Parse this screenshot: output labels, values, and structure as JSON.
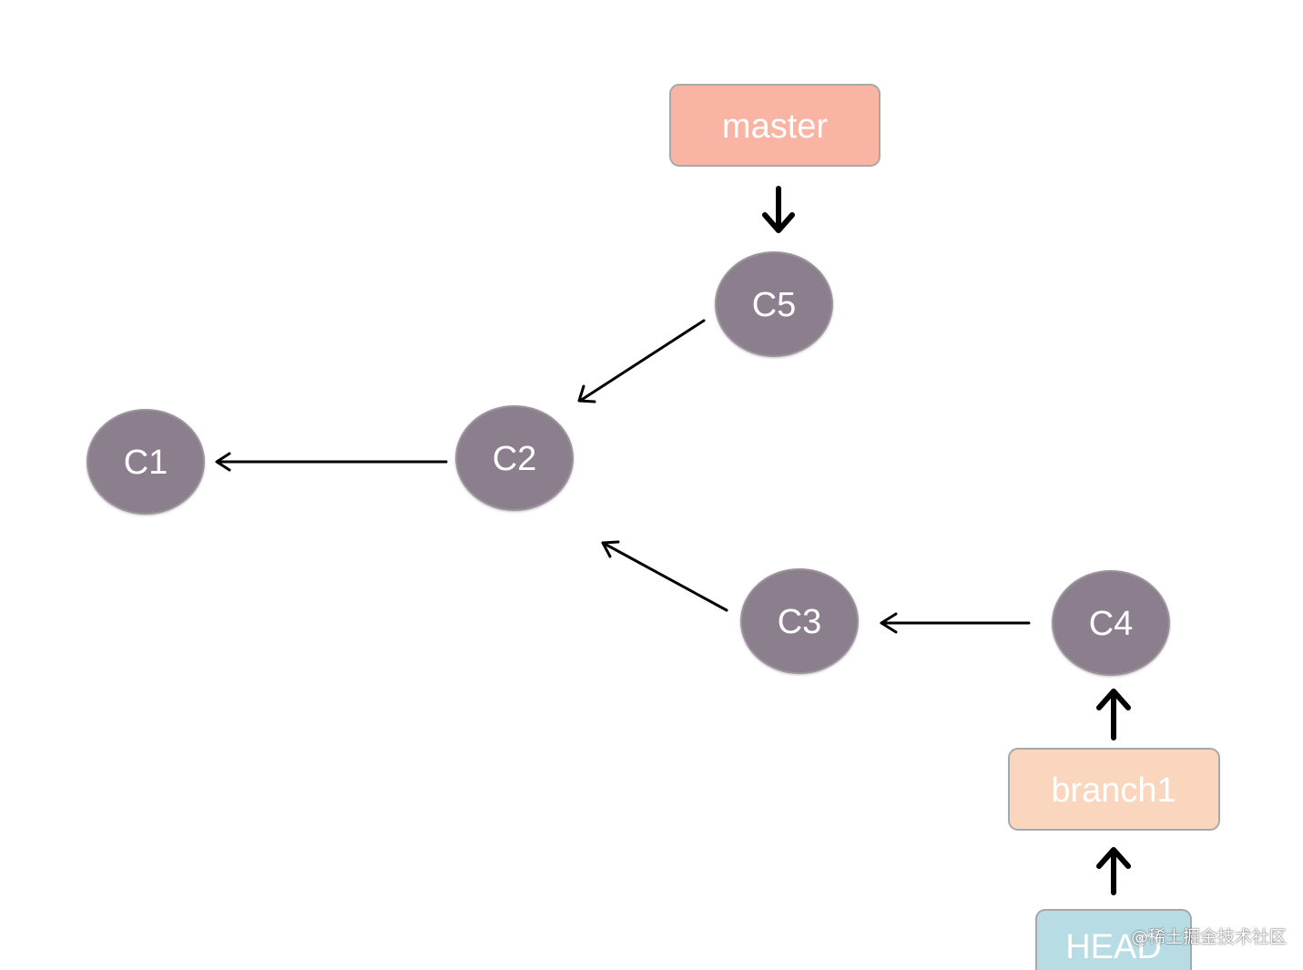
{
  "colors": {
    "commit_fill": "#8c7f8d",
    "master_fill": "#f9b4a3",
    "branch1_fill": "#fbd6bf",
    "head_fill": "#b8dce4",
    "arrow": "#000000"
  },
  "commits": {
    "c1": "C1",
    "c2": "C2",
    "c3": "C3",
    "c4": "C4",
    "c5": "C5"
  },
  "refs": {
    "master": "master",
    "branch1": "branch1",
    "head": "HEAD"
  },
  "watermark": "@稀土掘金技术社区"
}
